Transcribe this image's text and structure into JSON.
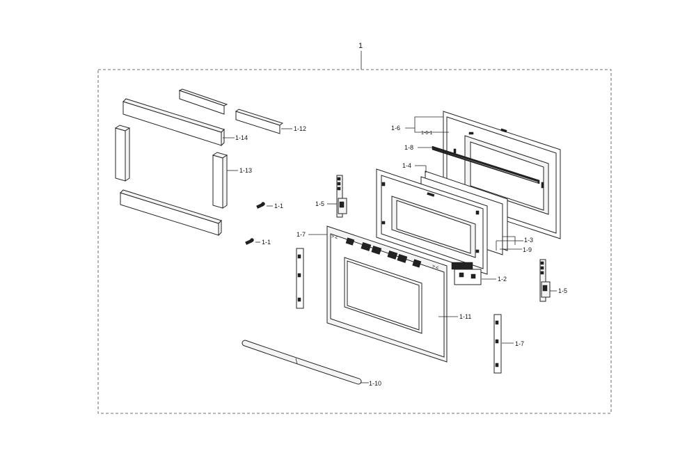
{
  "diagram": {
    "assembly_label": "1",
    "callouts": {
      "c_1_1a": "1-1",
      "c_1_1b": "1-1",
      "c_1_2": "1-2",
      "c_1_3": "1-3",
      "c_1_4": "1-4",
      "c_1_5a": "1-5",
      "c_1_5b": "1-5",
      "c_1_6": "1-6",
      "c_1_6_1": "1-6-1",
      "c_1_7a": "1-7",
      "c_1_7b": "1-7",
      "c_1_8": "1-8",
      "c_1_9": "1-9",
      "c_1_10": "1-10",
      "c_1_11": "1-11",
      "c_1_12": "1-12",
      "c_1_13": "1-13",
      "c_1_14": "1-14"
    }
  }
}
